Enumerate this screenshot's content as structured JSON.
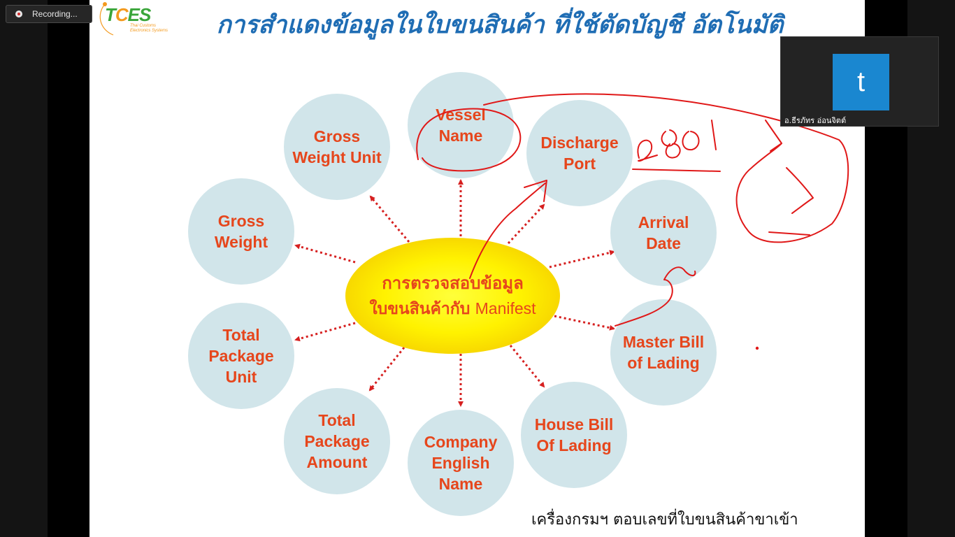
{
  "recording": {
    "label": "Recording..."
  },
  "logo": {
    "name": "TCES",
    "subtitle": "Thai Customs Electronics Systems"
  },
  "slide": {
    "title": "การสำแดงข้อมูลในใบขนสินค้า ที่ใช้ตัดบัญชี อัตโนมัติ",
    "center": {
      "line1": "การตรวจสอบข้อมูล",
      "line2_thai": "ใบขนสินค้ากับ",
      "line2_en": "Manifest",
      "color": "#fff200"
    },
    "nodes": [
      "Vessel\nName",
      "Discharge\nPort",
      "Arrival\nDate",
      "Master Bill\nof Lading",
      "House Bill\nOf Lading",
      "Company\nEnglish\nName",
      "Total\nPackage\nAmount",
      "Total\nPackage\nUnit",
      "Gross\nWeight",
      "Gross\nWeight Unit"
    ],
    "footnote": "เครื่องกรมฯ ตอบเลขที่ใบขนสินค้าขาเข้า",
    "annotation": "2801",
    "colors": {
      "node_fill": "#d1e5ea",
      "node_text": "#e6461c",
      "title": "#1f6db4",
      "ink": "#e01818"
    }
  },
  "video": {
    "avatar_letter": "t",
    "participant_name": "อ.ธีรภัทร อ่อนจิตต์"
  }
}
